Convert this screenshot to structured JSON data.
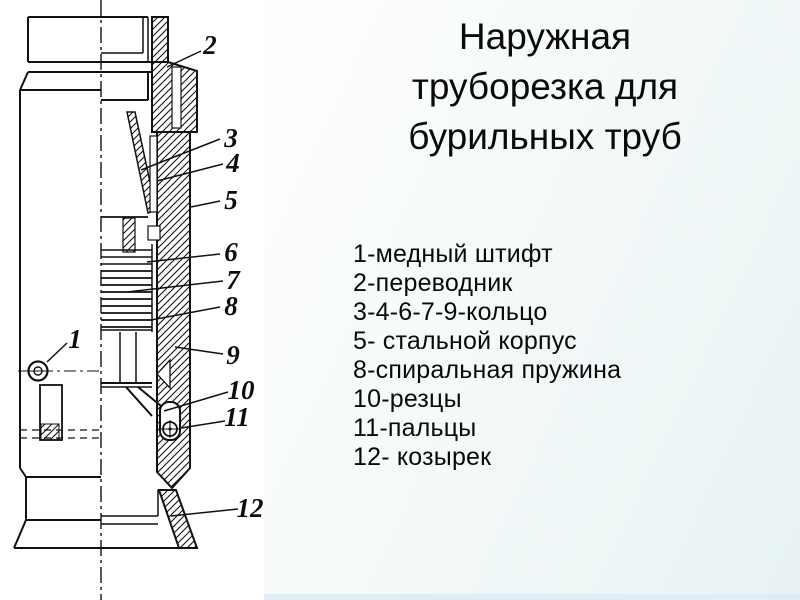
{
  "title": "Наружная труборезка для бурильных труб",
  "legend": {
    "items": [
      "1-медный штифт",
      "2-переводник",
      "3-4-6-7-9-кольцо",
      "5- стальной корпус",
      "8-спиральная пружина",
      "10-резцы",
      "11-пальцы",
      "12- козырек"
    ]
  },
  "figure": {
    "description": "Продольный разрез наружной труборезки для бурильных труб",
    "callouts": [
      "1",
      "2",
      "3",
      "4",
      "5",
      "6",
      "7",
      "8",
      "9",
      "10",
      "11",
      "12"
    ]
  },
  "colors": {
    "ink": "#111111",
    "panel": "#ffffff",
    "background_tint": "#e7f2f3",
    "bottom_strip": "#e0edf8",
    "text": "#0a0a0a"
  }
}
